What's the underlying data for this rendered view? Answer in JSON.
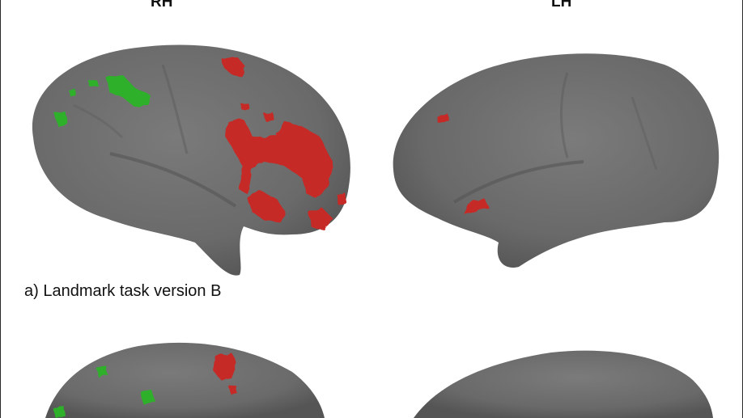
{
  "figure": {
    "hemisphere_labels": {
      "right": "RH",
      "left": "LH"
    },
    "panel_a_caption": "a) Landmark task version B"
  },
  "colors": {
    "cortex": "#6b6b6b",
    "activation_red": "#c62a26",
    "activation_green": "#2fb02a",
    "border": "#2a2a2a",
    "background": "#ffffff"
  }
}
